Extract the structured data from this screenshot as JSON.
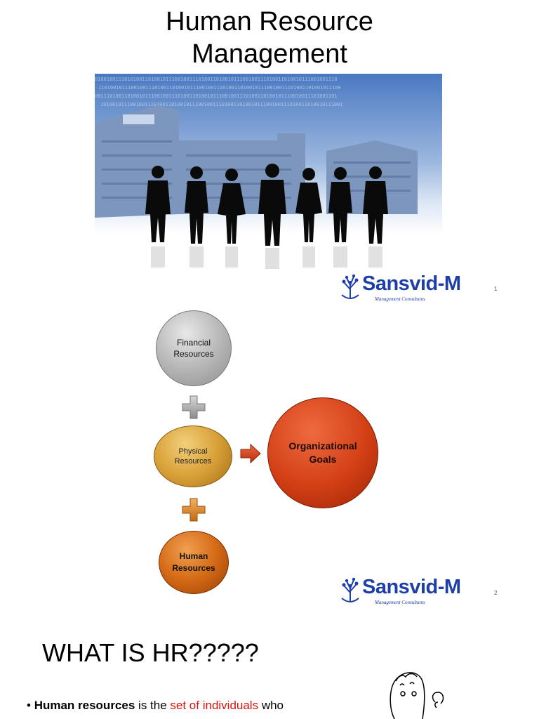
{
  "slide1": {
    "title_line1": "Human Resource",
    "title_line2": "Management",
    "page_number": "1"
  },
  "logo": {
    "brand": "Sansvid-M",
    "tagline": "Management Consultants"
  },
  "slide2": {
    "financial": "Financial Resources",
    "physical": "Physical Resources",
    "human": "Human Resources",
    "goals": "Organizational Goals",
    "page_number": "2"
  },
  "slide3": {
    "title": "WHAT IS HR?????",
    "bullet_bold": "Human resources",
    "bullet_mid": " is the ",
    "bullet_red": "set of individuals",
    "bullet_end": " who"
  },
  "colors": {
    "brand_blue": "#1f3fa8",
    "financial_grey": "#b0b0b0",
    "physical_gold": "#d9a23a",
    "human_orange": "#d46a16",
    "goals_red": "#d33f15",
    "highlight_red": "#e01010"
  }
}
